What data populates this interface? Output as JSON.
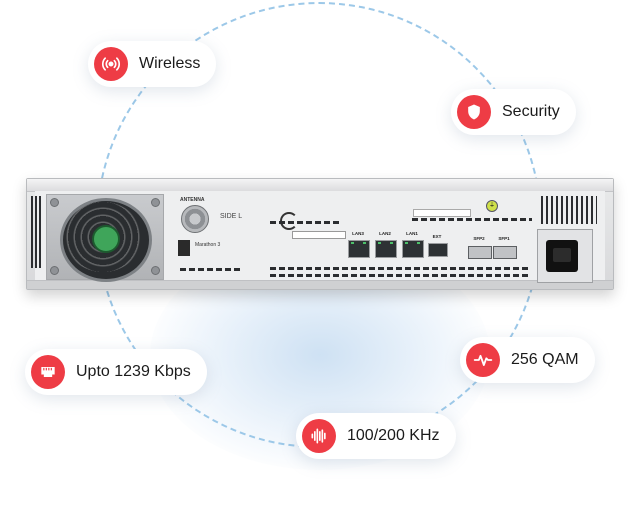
{
  "features": [
    {
      "label": "Wireless",
      "icon": "wireless-icon"
    },
    {
      "label": "Security",
      "icon": "shield-icon"
    },
    {
      "label": "Upto 1239 Kbps",
      "icon": "ethernet-port-icon"
    },
    {
      "label": "256 QAM",
      "icon": "pulse-icon"
    },
    {
      "label": "100/200 KHz",
      "icon": "waveform-icon"
    }
  ],
  "device": {
    "antenna_label": "ANTENNA",
    "side_label": "SIDE L",
    "model_name": "Marathon 3",
    "ports": [
      "LAN3",
      "LAN2",
      "LAN1",
      "EXT",
      "SFP2",
      "SFP1"
    ]
  },
  "colors": {
    "accent": "#ee3c45",
    "circle": "#9cc8e8"
  }
}
